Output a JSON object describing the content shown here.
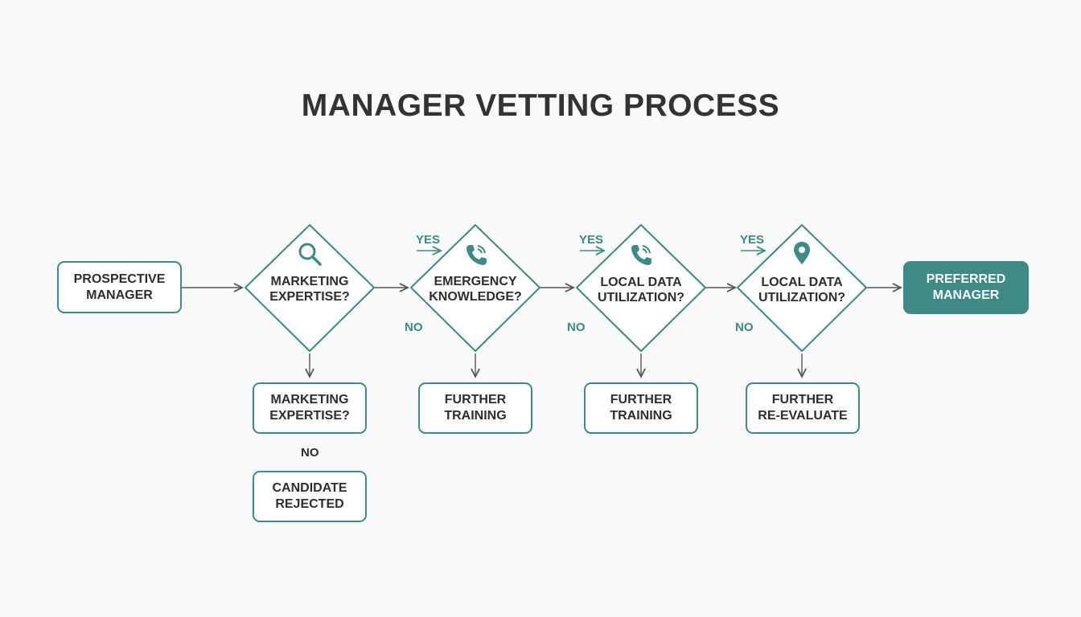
{
  "title": "MANAGER VETTING PROCESS",
  "colors": {
    "accent": "#3d8a86",
    "text": "#2e2e2e",
    "background": "#f8f9f9"
  },
  "start": {
    "label": "PROSPECTIVE\nMANAGER"
  },
  "decisions": [
    {
      "label": "MARKETING\nEXPERTISE?",
      "icon": "search-icon"
    },
    {
      "label": "EMERGENCY\nKNOWLEDGE?",
      "icon": "phone-icon"
    },
    {
      "label": "LOCAL DATA\nUTILIZATION?",
      "icon": "phone-icon"
    },
    {
      "label": "LOCAL DATA\nUTILIZATION?",
      "icon": "map-pin-icon"
    }
  ],
  "yes_label": "YES",
  "no_label": "NO",
  "outcomes": [
    {
      "label": "MARKETING\nEXPERTISE?"
    },
    {
      "label": "FURTHER\nTRAINING"
    },
    {
      "label": "FURTHER\nTRAINING"
    },
    {
      "label": "FURTHER\nRE-EVALUATE"
    }
  ],
  "rejected": {
    "label": "CANDIDATE\nREJECTED"
  },
  "final": {
    "label": "PREFERRED\nMANAGER"
  }
}
